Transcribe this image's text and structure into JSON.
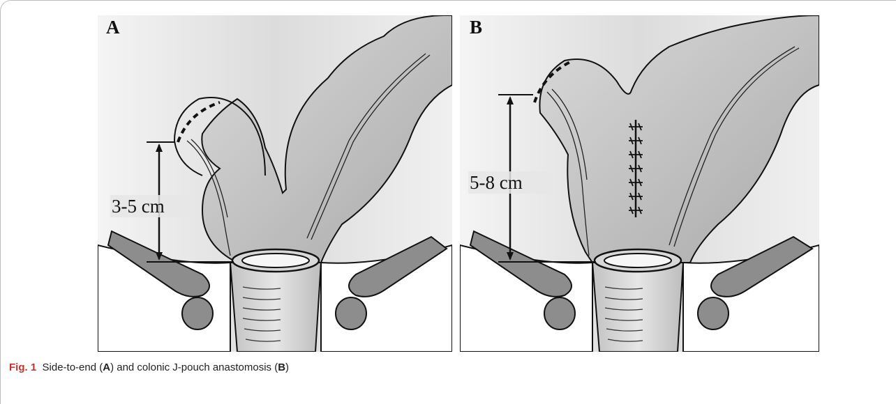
{
  "panels": [
    {
      "letter": "A",
      "measurement": "3-5 cm"
    },
    {
      "letter": "B",
      "measurement": "5-8 cm"
    }
  ],
  "caption": {
    "fig_label": "Fig. 1",
    "part1": "Side-to-end (",
    "ref_a": "A",
    "part2": ") and colonic J-pouch anastomosis (",
    "ref_b": "B",
    "part3": ")"
  },
  "colors": {
    "caption_accent": "#c7312b",
    "background_gray": "#e2e2e2",
    "tissue_gray": "#b8b8b8",
    "bone_gray": "#8d8d8d"
  }
}
